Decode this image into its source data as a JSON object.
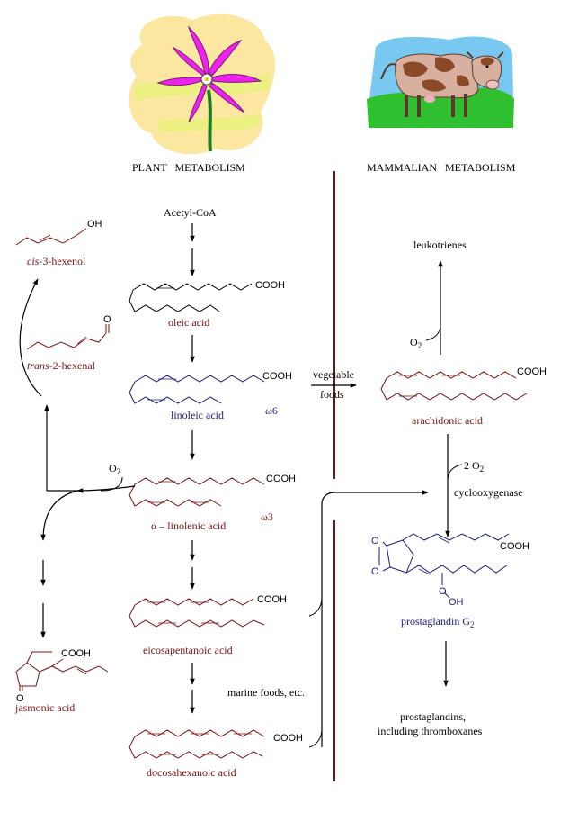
{
  "headers": {
    "plant": "PLANT   METABOLISM",
    "mammal": "MAMMALIAN   METABOLISM"
  },
  "labels": {
    "acetyl_coa": "Acetyl-CoA",
    "oleic": "oleic acid",
    "linoleic": "linoleic acid",
    "omega6": "ω6",
    "linolenic": "α – linolenic acid",
    "omega3": "ω3",
    "epa": "eicosapentanoic acid",
    "dha": "docosahexanoic acid",
    "cis_hexenol": "cis-3-hexenol",
    "trans_hexenal": "trans-2-hexenal",
    "jasmonic": "jasmonic acid",
    "o2_plant": "O2",
    "o2_leuko": "O2",
    "two_o2": "2 O2",
    "cyclooxygenase": "cyclooxygenase",
    "leukotrienes": "leukotrienes",
    "arachidonic": "arachidonic acid",
    "pgg2": "prostaglandin G2",
    "prostaglandins_line1": "prostaglandins,",
    "prostaglandins_line2": "including thromboxanes",
    "vegetable": "vegetable",
    "foods": "foods",
    "marine_foods": "marine foods, etc.",
    "cooh": "COOH",
    "oh": "OH",
    "o": "O"
  },
  "colors": {
    "maroon": "#7a1212",
    "navy": "#1a1a80",
    "divider": "#6e1515",
    "flower_petal": "#ee22ee",
    "flower_bg": "#fbe7a0",
    "sky": "#79c8f2",
    "grass": "#2fbf2f",
    "cow_body": "#d8b0a0",
    "cow_spot": "#8a4a28"
  }
}
